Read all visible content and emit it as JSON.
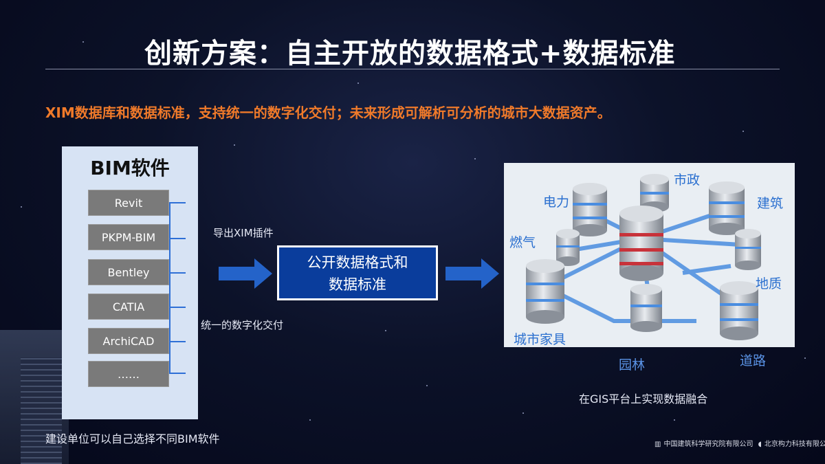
{
  "slide": {
    "title": "创新方案：自主开放的数据格式+数据标准",
    "subtitle": "XIM数据库和数据标准，支持统一的数字化交付；未来形成可解析可分析的城市大数据资产。",
    "bim_panel": {
      "heading": "BIM软件",
      "items": [
        "Revit",
        "PKPM-BIM",
        "Bentley",
        "CATIA",
        "ArchiCAD",
        "……"
      ]
    },
    "notes": {
      "export_plugin": "导出XIM插件",
      "unified_delivery": "统一的数字化交付",
      "bottom": "建设单位可以自己选择不同BIM软件",
      "gis": "在GIS平台上实现数据融合"
    },
    "center_box": {
      "line1": "公开数据格式和",
      "line2": "数据标准"
    },
    "categories": {
      "shizheng": "市政",
      "dianli": "电力",
      "jianzhu": "建筑",
      "ranqi": "燃气",
      "dizhi": "地质",
      "chengshi_jiaju": "城市家具",
      "yuanlin": "园林",
      "daolu": "道路"
    },
    "footer_logos": {
      "org1": "中国建筑科学研究院有限公司",
      "org2": "北京构力科技有限公司"
    },
    "colors": {
      "accent_orange": "#f07a2a",
      "center_blue": "#0a3d9c",
      "arrow_blue": "#2463c9",
      "category_blue": "#2a6fcf"
    }
  }
}
